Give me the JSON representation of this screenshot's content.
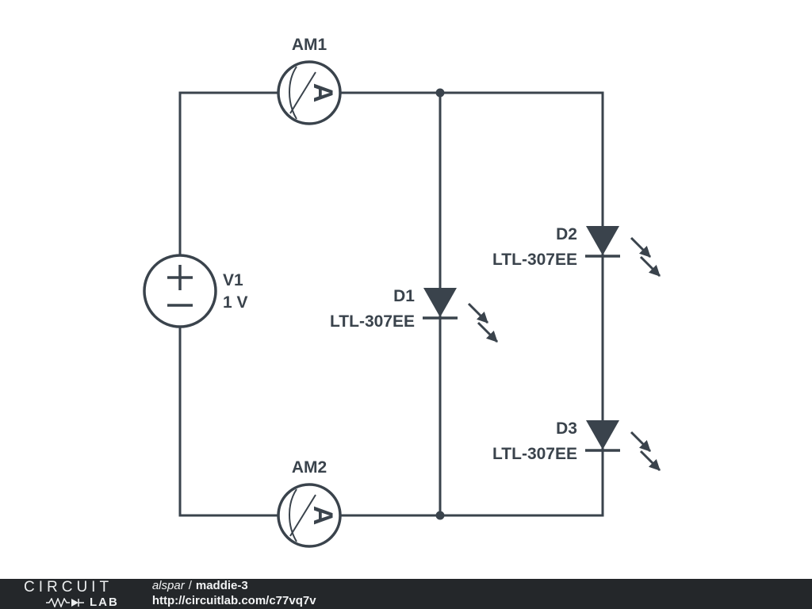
{
  "components": {
    "v1": {
      "name": "V1",
      "value": "1 V"
    },
    "am1": {
      "name": "AM1",
      "symbol": "A"
    },
    "am2": {
      "name": "AM2",
      "symbol": "A"
    },
    "d1": {
      "name": "D1",
      "part": "LTL-307EE"
    },
    "d2": {
      "name": "D2",
      "part": "LTL-307EE"
    },
    "d3": {
      "name": "D3",
      "part": "LTL-307EE"
    }
  },
  "colors": {
    "schematic_stroke": "#3a434c",
    "canvas_bg": "#ffffff",
    "footer_bg": "#24272a",
    "footer_text": "#f2f3f4"
  },
  "footer": {
    "logo_circuit": "CIRCUIT",
    "logo_lab": "LAB",
    "author": "alspar",
    "separator": "/",
    "project": "maddie-3",
    "url": "http://circuitlab.com/c77vq7v"
  }
}
